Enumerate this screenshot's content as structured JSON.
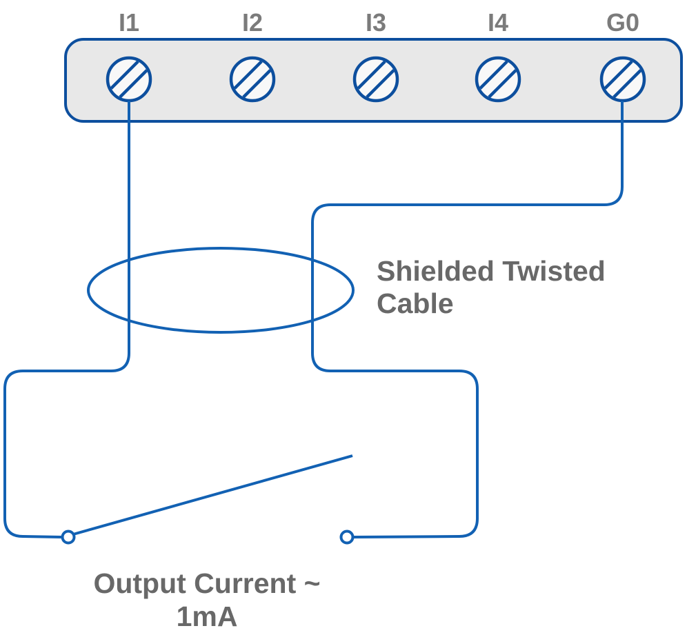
{
  "terminal_block": {
    "labels": [
      {
        "label": "I1"
      },
      {
        "label": "I2"
      },
      {
        "label": "I3"
      },
      {
        "label": "I4"
      },
      {
        "label": "G0"
      }
    ]
  },
  "annotations": {
    "cable_label_line1": "Shielded Twisted",
    "cable_label_line2": "Cable",
    "output_label_line1": "Output Current ~",
    "output_label_line2": "1mA"
  },
  "colors": {
    "wire_blue": "#1261b3",
    "block_border_blue": "#0d4f9e",
    "block_fill": "#e8e8e8",
    "screw_fill": "#f8f8f8",
    "label_gray": "#7b7b7b",
    "text_gray": "#686868"
  }
}
